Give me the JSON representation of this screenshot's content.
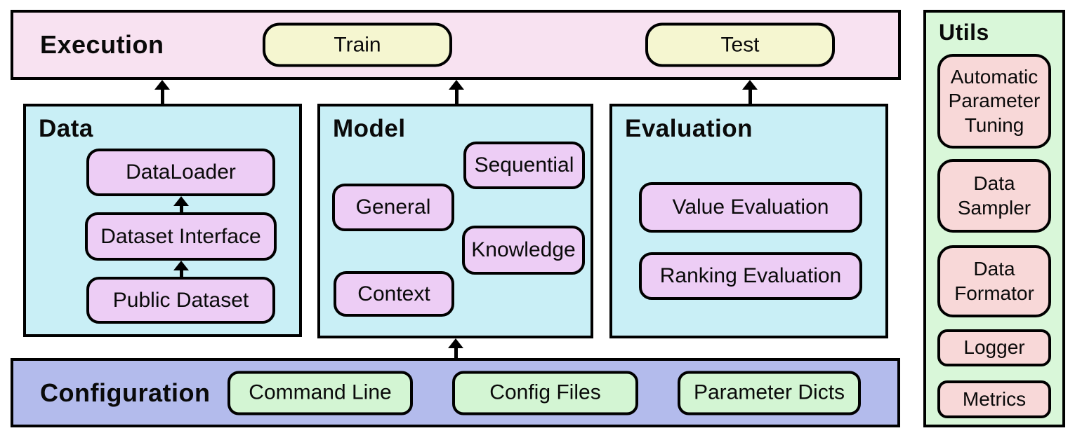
{
  "execution": {
    "title": "Execution",
    "train": "Train",
    "test": "Test"
  },
  "data_module": {
    "title": "Data",
    "dataloader": "DataLoader",
    "dataset_interface": "Dataset Interface",
    "public_dataset": "Public Dataset"
  },
  "model_module": {
    "title": "Model",
    "general": "General",
    "sequential": "Sequential",
    "knowledge": "Knowledge",
    "context": "Context"
  },
  "evaluation_module": {
    "title": "Evaluation",
    "value_evaluation": "Value Evaluation",
    "ranking_evaluation": "Ranking Evaluation"
  },
  "configuration": {
    "title": "Configuration",
    "command_line": "Command Line",
    "config_files": "Config Files",
    "parameter_dicts": "Parameter Dicts"
  },
  "utils": {
    "title": "Utils",
    "items": [
      "Automatic Parameter Tuning",
      "Data Sampler",
      "Data Formator",
      "Logger",
      "Metrics"
    ]
  },
  "colors": {
    "exec-bg": "#f8e2f1",
    "pill-yellow": "#f5f6d0",
    "module-cyan": "#c9eff6",
    "chip-purple": "#edcdf5",
    "config-blue": "#b3bbec",
    "chip-green": "#d3f5d3",
    "utils-bg": "#d9f7d9",
    "chip-pink": "#f8d8d8",
    "border": "#000000",
    "text": "#0a0a0a"
  }
}
